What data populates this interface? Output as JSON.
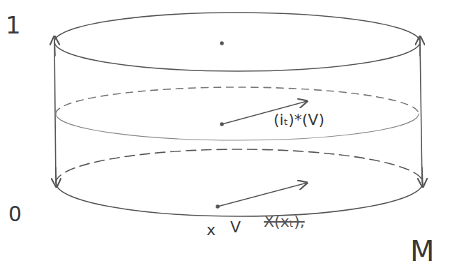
{
  "diagram": {
    "labels": [
      "1",
      "0",
      "(iₜ)*(V)",
      "x",
      "V",
      "X(xₜ),",
      "M"
    ]
  }
}
